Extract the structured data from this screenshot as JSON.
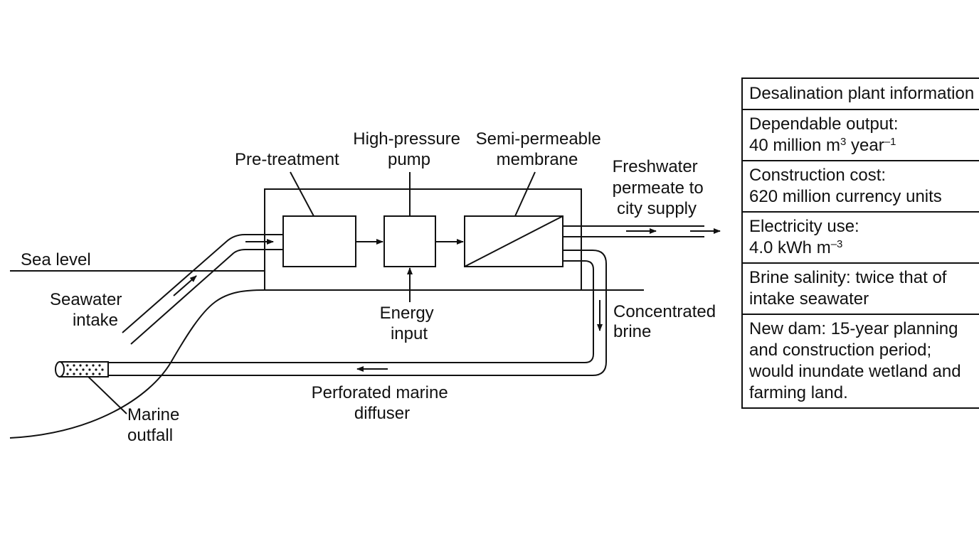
{
  "diagram": {
    "sea_level": "Sea level",
    "seawater_intake": [
      "Seawater",
      "intake"
    ],
    "pre_treatment": "Pre-treatment",
    "high_pressure_pump": [
      "High-pressure",
      "pump"
    ],
    "membrane": [
      "Semi-permeable",
      "membrane"
    ],
    "freshwater": [
      "Freshwater",
      "permeate to",
      "city supply"
    ],
    "energy_input": [
      "Energy",
      "input"
    ],
    "concentrated_brine": [
      "Concentrated",
      "brine"
    ],
    "diffuser": [
      "Perforated marine",
      "diffuser"
    ],
    "marine_outfall": [
      "Marine",
      "outfall"
    ]
  },
  "info_box": {
    "title": "Desalination plant information",
    "output_label": "Dependable output:",
    "output_value": "40 million m",
    "output_sup1": "3",
    "output_unit": " year",
    "output_sup2": "–1",
    "cost_label": "Construction cost:",
    "cost_value": "620 million currency units",
    "electricity_label": "Electricity use:",
    "electricity_value": "4.0 kWh m",
    "electricity_sup": "–3",
    "brine_line1": "Brine salinity: twice that of",
    "brine_line2": "intake seawater",
    "dam_line1": "New dam: 15-year planning",
    "dam_line2": "and construction period;",
    "dam_line3": "would inundate wetland and",
    "dam_line4": "farming land."
  }
}
